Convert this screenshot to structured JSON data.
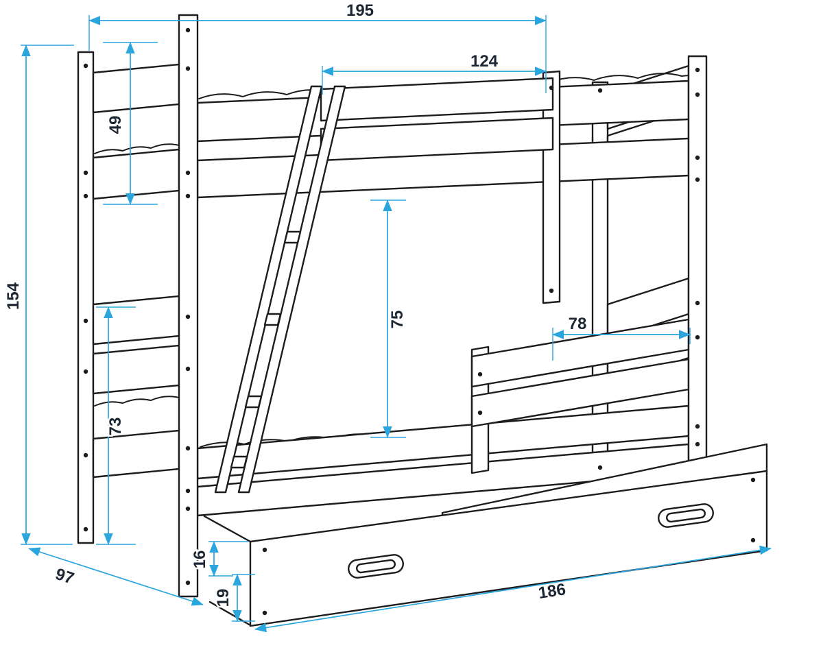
{
  "drawing": {
    "subject": "bunk-bed-with-drawer-technical-drawing",
    "colors": {
      "dimension_line": "#2aa5de",
      "dimension_label": "#1d2733",
      "structure_line": "#1c1c1e",
      "background": "#ffffff"
    }
  },
  "dims": {
    "length_total": "195",
    "guard_length": "124",
    "upper_section_height": "49",
    "total_height": "154",
    "bunk_clearance": "75",
    "guard_opening": "78",
    "lower_section_height": "73",
    "depth": "97",
    "base_gap": "16",
    "drawer_front_height": "19",
    "drawer_length": "186"
  }
}
